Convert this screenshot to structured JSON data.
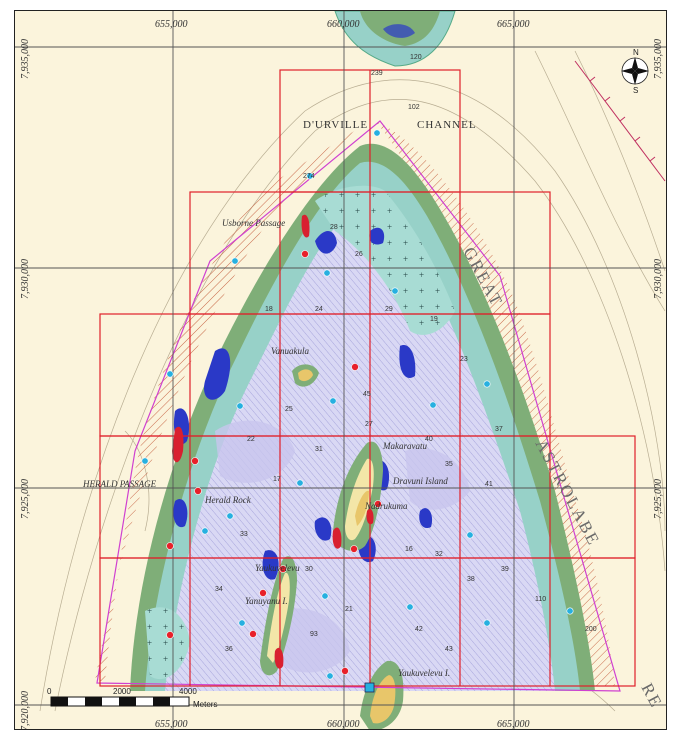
{
  "map": {
    "eastings": [
      "655,000",
      "660,000",
      "665,000"
    ],
    "northings": [
      "7,935,000",
      "7,930,000",
      "7,925,000",
      "7,920,000"
    ],
    "labels": {
      "durville": "D'URVILLE",
      "channel": "CHANNEL",
      "great": "GREAT",
      "astrolabe": "ASTROLABE",
      "re": "RE",
      "herald_passage": "HERALD PASSAGE",
      "usborne_passage": "Usborne Passage",
      "vanuakula": "Vanuakula",
      "drawuni_island": "Dravuni Island",
      "yaukuvelevu": "Yaukuvelevu I.",
      "yanuyanu": "Yanuyanu I.",
      "yaukuve": "Yaukuvelevu",
      "makaravatu": "Makaravatu",
      "nadrukuma": "Nadrukuma",
      "herald_note": "Herald Rock"
    },
    "scale": {
      "ticks": [
        "0",
        "2000",
        "4000"
      ],
      "unit": "Meters"
    },
    "soundings": [
      "120",
      "102",
      "239",
      "274",
      "28",
      "26",
      "29",
      "24",
      "18",
      "19",
      "23",
      "25",
      "27",
      "22",
      "17",
      "31",
      "40",
      "35",
      "41",
      "33",
      "30",
      "32",
      "38",
      "39",
      "42",
      "43",
      "21",
      "34",
      "36",
      "93",
      "110",
      "200",
      "37",
      "45",
      "16"
    ],
    "colors": {
      "land": "#f3e6a8",
      "sand": "#e8c66a",
      "reef_green": "#7fae78",
      "shallow_teal": "#97d1c8",
      "lagoon_lavender": "#c8c6ee",
      "deep_blue": "#2a39c7",
      "grid_red": "#e0202a",
      "boundary_magenta": "#d040d0",
      "dot_red": "#e8202a",
      "dot_cyan": "#27b0e0",
      "hatch": "#c96a4a"
    }
  }
}
